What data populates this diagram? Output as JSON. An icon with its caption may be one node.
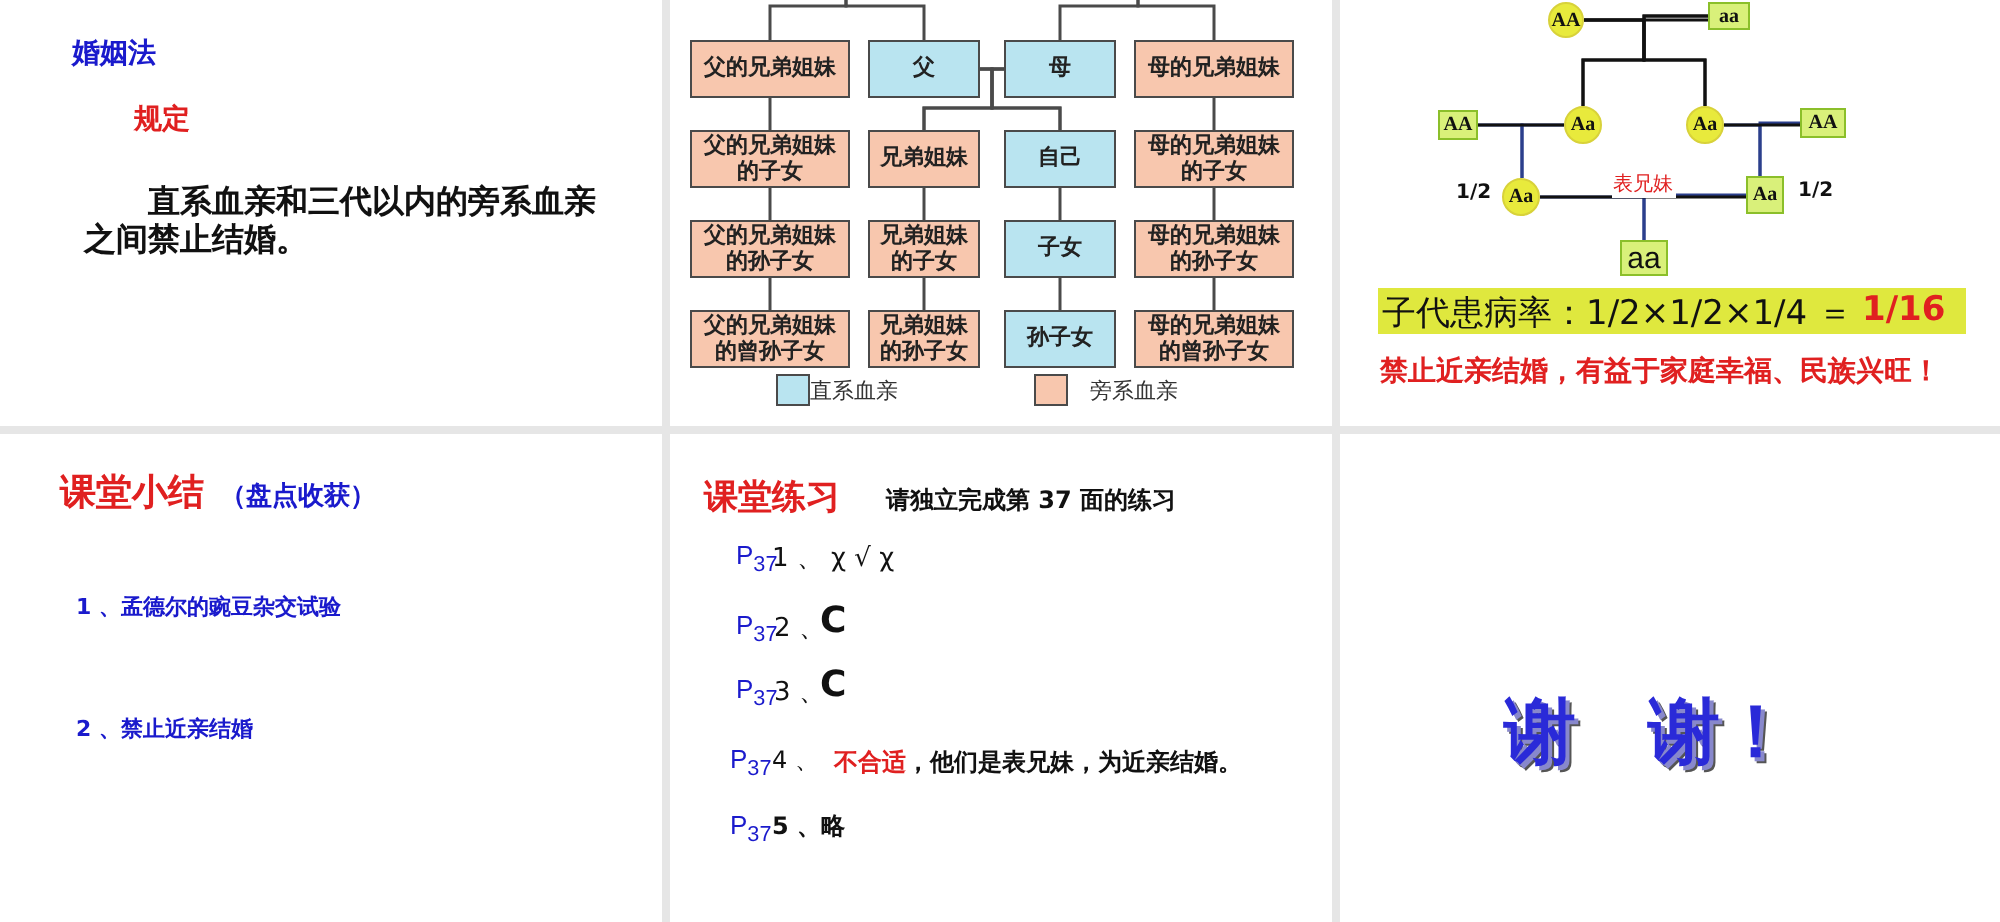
{
  "diagram": {
    "nodes": [
      {
        "text": [
          "父的兄弟姐妹"
        ]
      },
      {
        "text": [
          "父"
        ]
      },
      {
        "text": [
          "母"
        ]
      },
      {
        "text": [
          "母的兄弟姐妹"
        ]
      },
      {
        "text": [
          "父的兄弟姐妹的子女"
        ]
      },
      {
        "text": [
          "兄弟姐妹"
        ]
      },
      {
        "text": [
          "自己"
        ]
      },
      {
        "text": [
          "母的兄弟姐妹的子女"
        ]
      },
      {
        "text": [
          "父的兄弟姐妹的孙子女"
        ]
      },
      {
        "text": [
          "兄弟姐妹的子女"
        ]
      },
      {
        "text": [
          "子女"
        ]
      },
      {
        "text": [
          "母的兄弟姐妹的孙子女"
        ]
      },
      {
        "text": [
          "父的兄弟姐妹的曾孙子女"
        ]
      },
      {
        "text": [
          "兄弟姐妹的孙子女"
        ]
      },
      {
        "text": [
          "孙子女"
        ]
      },
      {
        "text": [
          "母的兄弟姐妹的曾孙子女"
        ]
      },
      {
        "text": [
          "AA"
        ]
      },
      {
        "text": [
          "aa"
        ]
      },
      {
        "text": [
          "AA"
        ]
      },
      {
        "text": [
          "Aa"
        ]
      },
      {
        "text": [
          "Aa"
        ]
      },
      {
        "text": [
          "AA"
        ]
      },
      {
        "text": [
          "Aa"
        ]
      },
      {
        "text": [
          "Aa"
        ]
      },
      {
        "text": [
          "aa"
        ]
      }
    ],
    "edges": [
      {
        "from": null,
        "to": 0,
        "arrow": "none"
      },
      {
        "from": null,
        "to": 1,
        "arrow": "none"
      },
      {
        "from": null,
        "to": 2,
        "arrow": "none"
      },
      {
        "from": null,
        "to": 3,
        "arrow": "none"
      },
      {
        "from": 1,
        "to": 2,
        "arrow": "none"
      },
      {
        "from": 1,
        "to": 5,
        "arrow": "none"
      },
      {
        "from": 1,
        "to": 6,
        "arrow": "none"
      },
      {
        "from": 2,
        "to": 5,
        "arrow": "none"
      },
      {
        "from": 2,
        "to": 6,
        "arrow": "none"
      },
      {
        "from": 0,
        "to": 4,
        "arrow": "none"
      },
      {
        "from": 4,
        "to": 8,
        "arrow": "none"
      },
      {
        "from": 8,
        "to": 12,
        "arrow": "none"
      },
      {
        "from": 5,
        "to": 9,
        "arrow": "none"
      },
      {
        "from": 9,
        "to": 13,
        "arrow": "none"
      },
      {
        "from": 6,
        "to": 10,
        "arrow": "none"
      },
      {
        "from": 10,
        "to": 14,
        "arrow": "none"
      },
      {
        "from": 3,
        "to": 7,
        "arrow": "none"
      },
      {
        "from": 7,
        "to": 11,
        "arrow": "none"
      },
      {
        "from": 11,
        "to": 15,
        "arrow": "none"
      },
      {
        "from": 16,
        "to": 19,
        "arrow": "none"
      },
      {
        "from": 16,
        "to": 20,
        "arrow": "none"
      },
      {
        "from": 17,
        "to": 19,
        "arrow": "none"
      },
      {
        "from": 17,
        "to": 20,
        "arrow": "none"
      },
      {
        "from": 16,
        "to": 17,
        "arrow": "none"
      },
      {
        "from": 18,
        "to": 22,
        "arrow": "none",
        "color": "#2b3f8c"
      },
      {
        "from": 19,
        "to": 22,
        "arrow": "none",
        "color": "#2b3f8c"
      },
      {
        "from": 20,
        "to": 23,
        "arrow": "none",
        "color": "#2b3f8c"
      },
      {
        "from": 21,
        "to": 23,
        "arrow": "none",
        "color": "#2b3f8c"
      },
      {
        "from": 22,
        "to": 24,
        "arrow": "none",
        "color": "#2b3f8c"
      },
      {
        "from": 23,
        "to": 24,
        "arrow": "none",
        "color": "#2b3f8c"
      },
      {
        "from": 18,
        "to": 19,
        "arrow": "none"
      },
      {
        "from": 20,
        "to": 21,
        "arrow": "none"
      },
      {
        "from": 22,
        "to": 23,
        "arrow": "none",
        "label": "表兄妹"
      }
    ],
    "labels": [
      "婚姻法",
      "规定",
      "直系血亲和三代以内的旁系血亲之间禁止结婚。",
      "1/2",
      "1/2",
      "子代患病率：1/2×1/2×1/4 ＝",
      "1/16",
      "禁止近亲结婚，有益于家庭幸福、民族兴旺！",
      "课堂小结",
      "（盘点收获）",
      "1 、孟德尔的豌豆杂交试验",
      "2 、禁止近亲结婚",
      "课堂练习",
      "请独立完成第 37 面的练习",
      "P$_{37}$",
      "1 、 χ √ χ",
      "P$_{37}$",
      "2 、",
      "C",
      "P$_{37}$",
      "3 、",
      "C",
      "P$_{37}$",
      "4 、",
      "不合适",
      "，他们是表兄妹，为近亲结婚。",
      "P$_{37}$",
      "5 、略",
      "谢　谢！"
    ],
    "legend": [
      {
        "text": "直系血亲",
        "color": "#b9e4f0"
      },
      {
        "text": "旁系血亲",
        "color": "#f8c7ae"
      }
    ]
  }
}
